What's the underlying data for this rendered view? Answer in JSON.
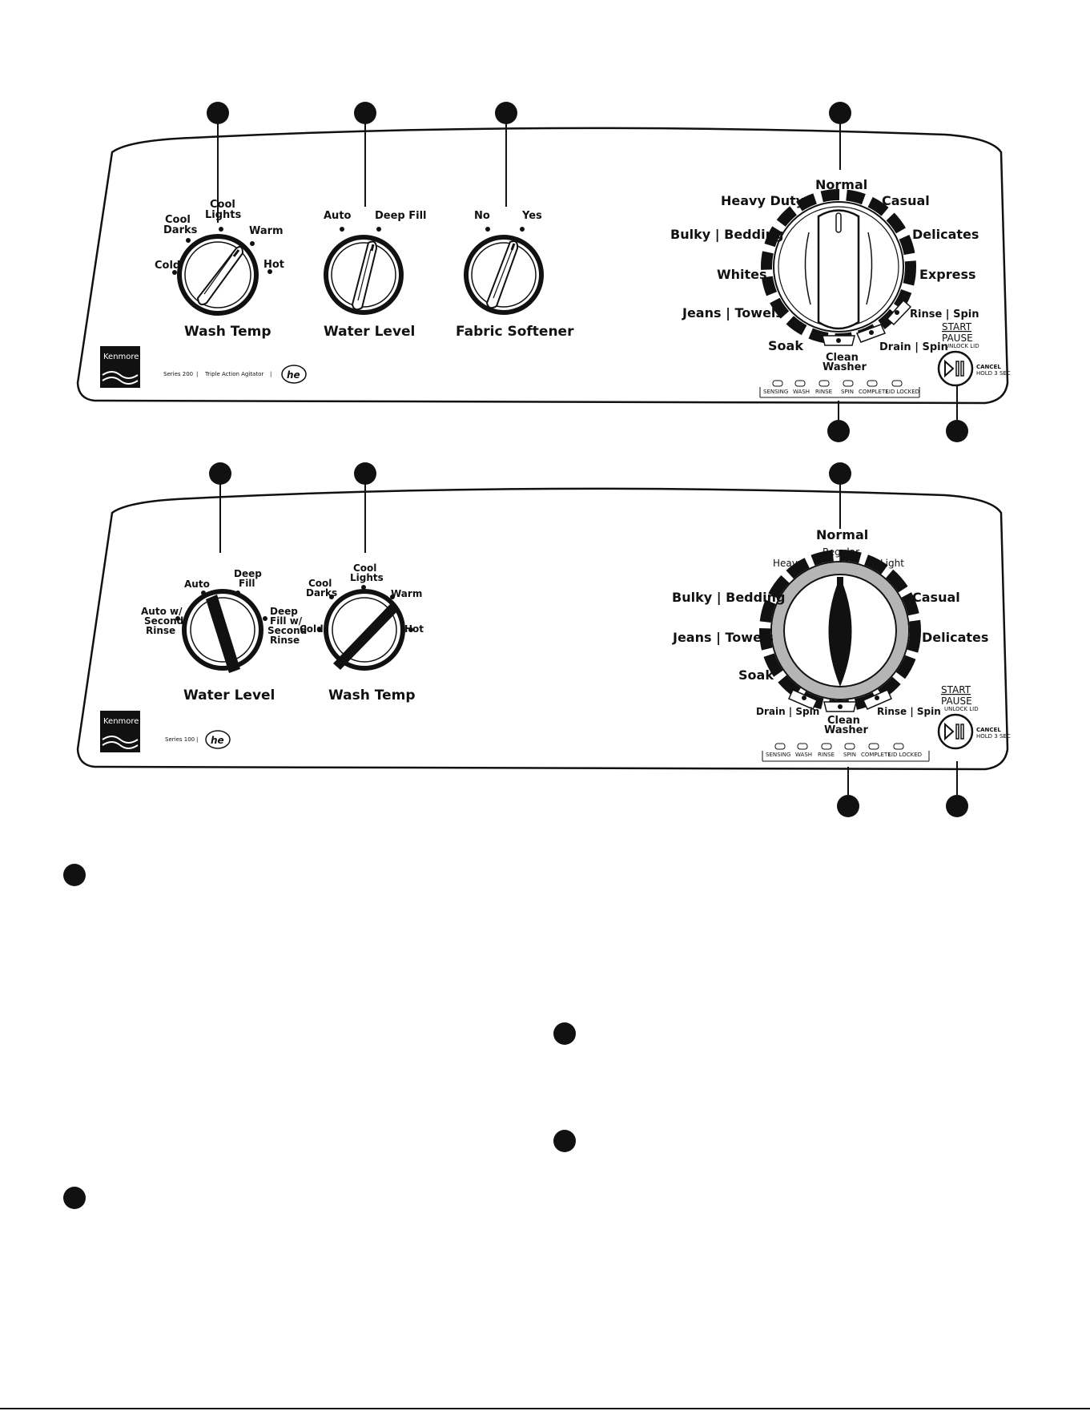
{
  "panel_top": {
    "brand": "Kenmore",
    "series": "Series 200",
    "agitator": "Triple Action Agitator",
    "he": "he",
    "wash_temp": {
      "title": "Wash Temp",
      "opts": [
        "Cold",
        "Cool\nDarks",
        "Cool\nLights",
        "Warm",
        "Hot"
      ]
    },
    "water_level": {
      "title": "Water Level",
      "opts": [
        "Auto",
        "Deep Fill"
      ]
    },
    "fabric_softener": {
      "title": "Fabric Softener",
      "opts": [
        "No",
        "Yes"
      ]
    },
    "cycles": [
      "Normal",
      "Casual",
      "Delicates",
      "Express",
      "Rinse | Spin",
      "Drain | Spin",
      "Clean\nWasher",
      "Soak",
      "Jeans | Towels",
      "Whites",
      "Bulky | Bedding",
      "Heavy Duty"
    ],
    "start": "START",
    "pause": "PAUSE",
    "unlock": "UNLOCK LID",
    "cancel": "CANCEL",
    "hold": "HOLD 3 SEC",
    "status": [
      "SENSING",
      "WASH",
      "RINSE",
      "SPIN",
      "COMPLETE",
      "LID LOCKED"
    ]
  },
  "panel_bottom": {
    "brand": "Kenmore",
    "series": "Series 100",
    "he": "he",
    "water_level": {
      "title": "Water Level",
      "opts": [
        "Auto w/\nSecond\nRinse",
        "Auto",
        "Deep\nFill",
        "Deep\nFill w/\nSecond\nRinse"
      ]
    },
    "wash_temp": {
      "title": "Wash Temp",
      "opts": [
        "Cold",
        "Cool\nDarks",
        "Cool\nLights",
        "Warm",
        "Hot"
      ]
    },
    "cycles": [
      "Normal",
      "Regular",
      "Heavy",
      "Light",
      "Bulky | Bedding",
      "Casual",
      "Jeans | Towels",
      "Delicates",
      "Soak",
      "Drain | Spin",
      "Clean\nWasher",
      "Rinse | Spin"
    ],
    "start": "START",
    "pause": "PAUSE",
    "unlock": "UNLOCK LID",
    "cancel": "CANCEL",
    "hold": "HOLD 3 SEC",
    "status": [
      "SENSING",
      "WASH",
      "RINSE",
      "SPIN",
      "COMPLETE",
      "LID LOCKED"
    ]
  },
  "colors": {
    "ink": "#111111",
    "ring_grey": "#b5b5b5",
    "paper": "#ffffff"
  }
}
